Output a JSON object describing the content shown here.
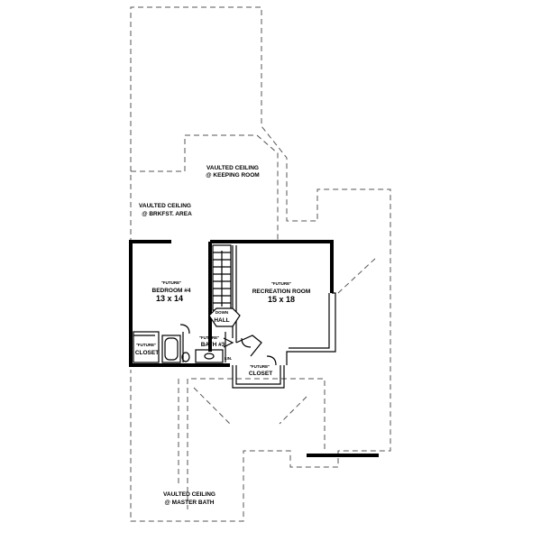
{
  "labels": {
    "vc_keeping_1": "VAULTED CEILING",
    "vc_keeping_2": "@ KEEPING ROOM",
    "vc_brkfst_1": "VAULTED CEILING",
    "vc_brkfst_2": "@ BRKFST. AREA",
    "bed_future": "\"FUTURE\"",
    "bed_name": "BEDROOM #4",
    "bed_size": "13 x 14",
    "rec_future": "\"FUTURE\"",
    "rec_name": "RECREATION ROOM",
    "rec_size": "15 x 18",
    "down": "DOWN",
    "hall": "HALL",
    "bath_future": "\"FUTURE\"",
    "bath_name": "BATH #3",
    "closet1_future": "\"FUTURE\"",
    "closet1_name": "CLOSET",
    "closet2_future": "\"FUTURE\"",
    "closet2_name": "CLOSET",
    "linen": "LIN.",
    "vc_master_1": "VAULTED CEILING",
    "vc_master_2": "@ MASTER BATH"
  }
}
